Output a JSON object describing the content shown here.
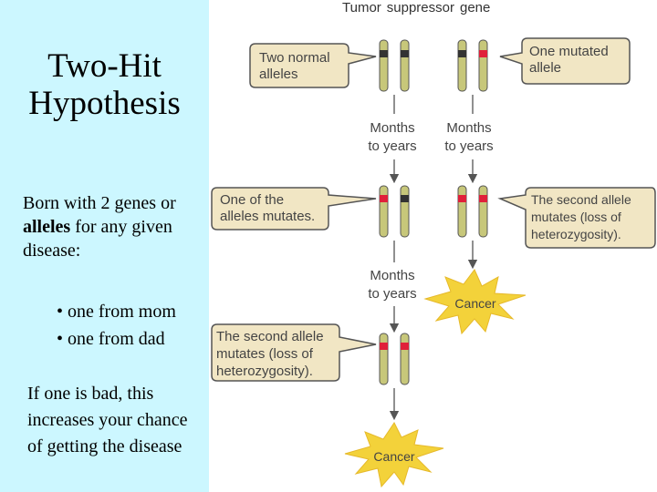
{
  "left_panel": {
    "title_line1": "Two-Hit",
    "title_line2": "Hypothesis",
    "intro_part1": "Born with 2 genes or ",
    "intro_bold": "alleles",
    "intro_part2": " for any given disease:",
    "bullets": [
      "• one from mom",
      "• one from dad"
    ],
    "conclusion": "If one is bad, this increases your chance of getting the disease"
  },
  "figure": {
    "title_part1": "Tumor",
    "title_part2": "suppressor",
    "title_part3": "gene",
    "callout_two_normal": [
      "Two normal",
      "alleles"
    ],
    "callout_one_mutated": [
      "One mutated",
      "allele"
    ],
    "callout_one_mutates": [
      "One of the",
      "alleles mutates."
    ],
    "callout_second_right": [
      "The second allele",
      "mutates (loss of",
      "heterozygosity)."
    ],
    "callout_second_left": [
      "The second allele",
      "mutates (loss of",
      "heterozygosity)."
    ],
    "time_label": [
      "Months",
      "to years"
    ],
    "cancer_label": "Cancer",
    "colors": {
      "panel_bg": "#ccf7ff",
      "chromosome": "#c7c77a",
      "normal_band": "#333333",
      "mutated_band": "#e0203a",
      "callout_fill": "#f1e6c4",
      "burst": "#f3d23a"
    }
  }
}
